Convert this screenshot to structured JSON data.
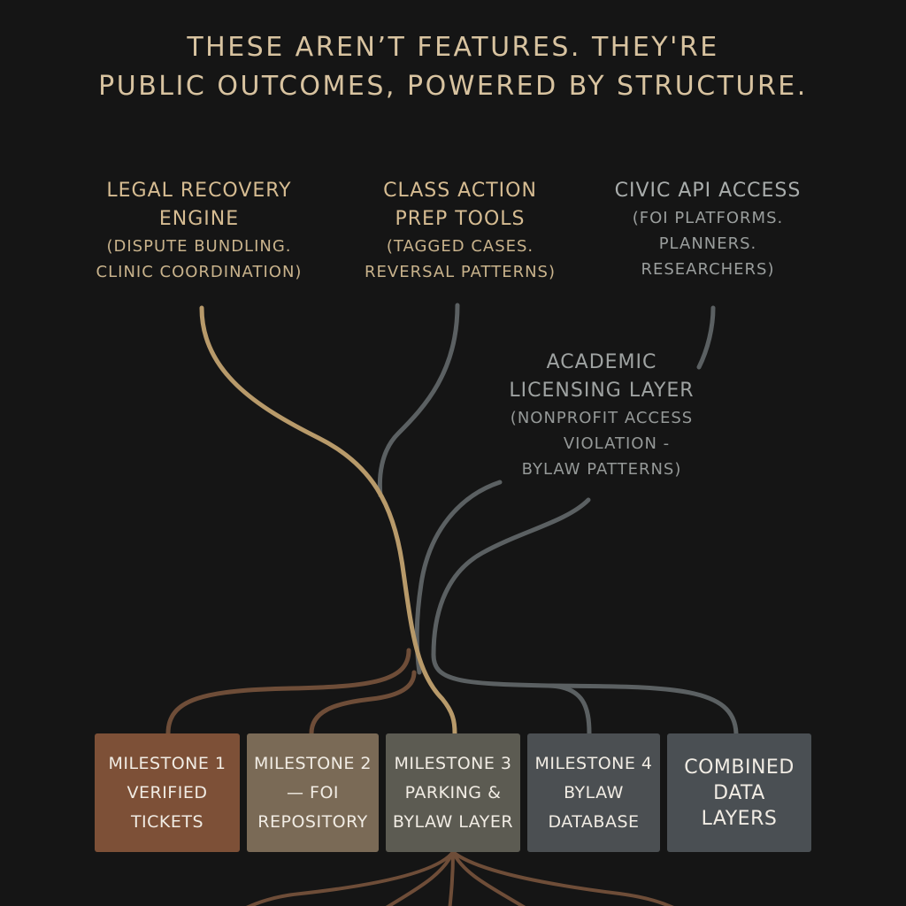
{
  "headline": {
    "line1": "THESE AREN’T FEATURES. THEY'RE",
    "line2": "PUBLIC OUTCOMES, POWERED BY STRUCTURE."
  },
  "outcomes": {
    "legal": {
      "title1": "LEGAL RECOVERY",
      "title2": "ENGINE",
      "sub1": "(DISPUTE BUNDLING.",
      "sub2": "CLINIC COORDINATION)"
    },
    "class_action": {
      "title1": "CLASS ACTION",
      "title2": "PREP TOOLS",
      "sub1": "(TAGGED CASES.",
      "sub2": "REVERSAL PATTERNS)"
    },
    "civic_api": {
      "title1": "CIVIC API ACCESS",
      "sub1": "(FOI PLATFORMS.",
      "sub2": "PLANNERS.",
      "sub3": "RESEARCHERS)"
    },
    "academic": {
      "title1": "ACADEMIC",
      "title2": "LICENSING LAYER",
      "sub1": "(NONPROFIT ACCESS",
      "sub2": "VIOLATION -",
      "sub3": "BYLAW PATTERNS)"
    }
  },
  "milestones": [
    {
      "line1": "MILESTONE 1",
      "line2": "VERIFIED",
      "line3": "TICKETS",
      "color": "#7d5037"
    },
    {
      "line1": "MILESTONE 2",
      "line2": "— FOI",
      "line3": "REPOSITORY",
      "color": "#7a6a56"
    },
    {
      "line1": "MILESTONE 3",
      "line2": "PARKING &",
      "line3": "BYLAW LAYER",
      "color": "#5c5b52"
    },
    {
      "line1": "MILESTONE 4",
      "line2": "BYLAW",
      "line3": "DATABASE",
      "color": "#4b4f52"
    },
    {
      "line1": "COMBINED",
      "line2": "DATA",
      "line3": "LAYERS",
      "color": "#4a4f53"
    }
  ],
  "colors": {
    "background": "#151515",
    "gold_line": "#b89a6a",
    "brown_line": "#6e4d38",
    "gray_line": "#5b6062",
    "headline": "#d8c3a0"
  }
}
